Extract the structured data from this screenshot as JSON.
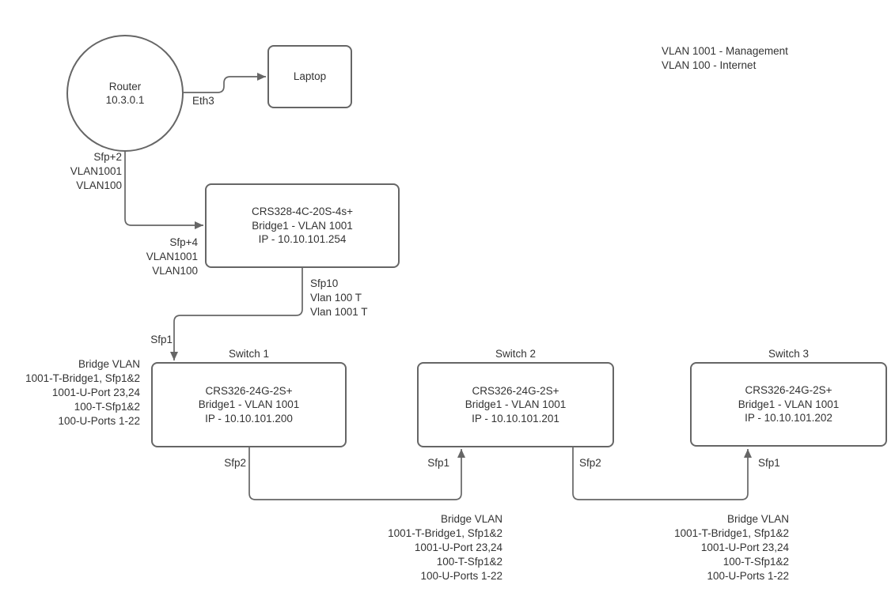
{
  "colors": {
    "stroke": "#666666",
    "text": "#333333",
    "background": "#ffffff"
  },
  "legend": {
    "line1": "VLAN 1001 - Management",
    "line2": "VLAN 100 - Internet"
  },
  "nodes": {
    "router": {
      "line1": "Router",
      "line2": "10.3.0.1"
    },
    "laptop": {
      "label": "Laptop"
    },
    "crs328": {
      "line1": "CRS328-4C-20S-4s+",
      "line2": "Bridge1 - VLAN 1001",
      "line3": "IP - 10.10.101.254"
    },
    "switch1": {
      "title": "Switch 1",
      "line1": "CRS326-24G-2S+",
      "line2": "Bridge1 - VLAN 1001",
      "line3": "IP - 10.10.101.200"
    },
    "switch2": {
      "title": "Switch 2",
      "line1": "CRS326-24G-2S+",
      "line2": "Bridge1 - VLAN 1001",
      "line3": "IP - 10.10.101.201"
    },
    "switch3": {
      "title": "Switch 3",
      "line1": "CRS326-24G-2S+",
      "line2": "Bridge1 - VLAN 1001",
      "line3": "IP - 10.10.101.202"
    }
  },
  "edge_labels": {
    "eth3": "Eth3",
    "router_sfp": [
      "Sfp+2",
      "VLAN1001",
      "VLAN100"
    ],
    "crs328_sfp": [
      "Sfp+4",
      "VLAN1001",
      "VLAN100"
    ],
    "crs328_downlink": [
      "Sfp10",
      "Vlan 100 T",
      "Vlan 1001 T"
    ],
    "sw1_uplink": "Sfp1",
    "sw1_sfp2": "Sfp2",
    "sw2_sfp1": "Sfp1",
    "sw2_sfp2": "Sfp2",
    "sw3_sfp1": "Sfp1",
    "bridge_vlan": [
      "Bridge VLAN",
      "1001-T-Bridge1, Sfp1&2",
      "1001-U-Port 23,24",
      "100-T-Sfp1&2",
      "100-U-Ports 1-22"
    ]
  }
}
